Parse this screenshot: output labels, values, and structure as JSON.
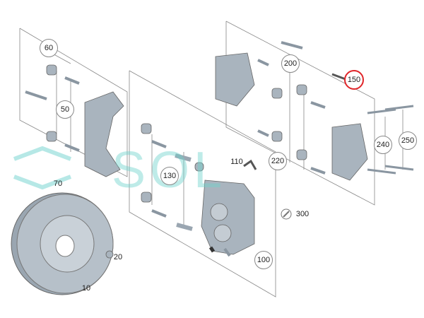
{
  "diagram": {
    "watermark": "SOL",
    "highlight_color": "#e0262a",
    "part_color": "#a9b4be",
    "labels": {
      "p60": "60",
      "p50": "50",
      "p70": "70",
      "p10": "10",
      "p20": "20",
      "p130": "130",
      "p110": "110",
      "p100": "100",
      "p300": "300",
      "p200": "200",
      "p150": "150",
      "p220": "220",
      "p240": "240",
      "p250": "250"
    }
  }
}
